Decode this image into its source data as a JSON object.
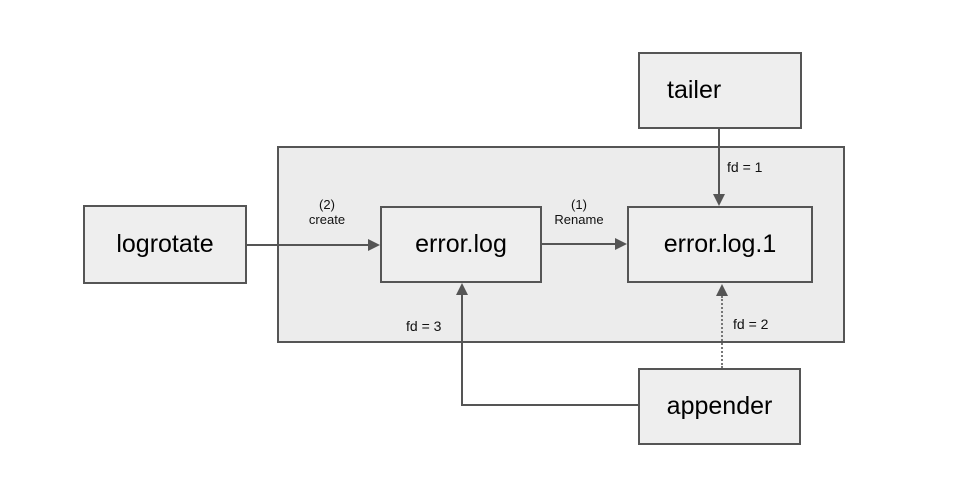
{
  "diagram": {
    "nodes": {
      "logrotate": {
        "label": "logrotate"
      },
      "error_log": {
        "label": "error.log"
      },
      "error_log_1": {
        "label": "error.log.1"
      },
      "tailer": {
        "label": "tailer"
      },
      "appender": {
        "label": "appender"
      }
    },
    "edges": {
      "create": {
        "step": "(2)",
        "action": "create"
      },
      "rename": {
        "step": "(1)",
        "action": "Rename"
      },
      "tailer_fd": {
        "label": "fd = 1"
      },
      "appender_old_fd": {
        "label": "fd = 2",
        "style": "dotted"
      },
      "appender_new_fd": {
        "label": "fd = 3",
        "style": "solid"
      }
    },
    "colors": {
      "background": "#ffffff",
      "container_fill": "#ececec",
      "node_fill": "#eeeeee",
      "border": "#555555",
      "arrow": "#555555",
      "dotted_arrow": "#777777",
      "text": "#000000"
    }
  }
}
